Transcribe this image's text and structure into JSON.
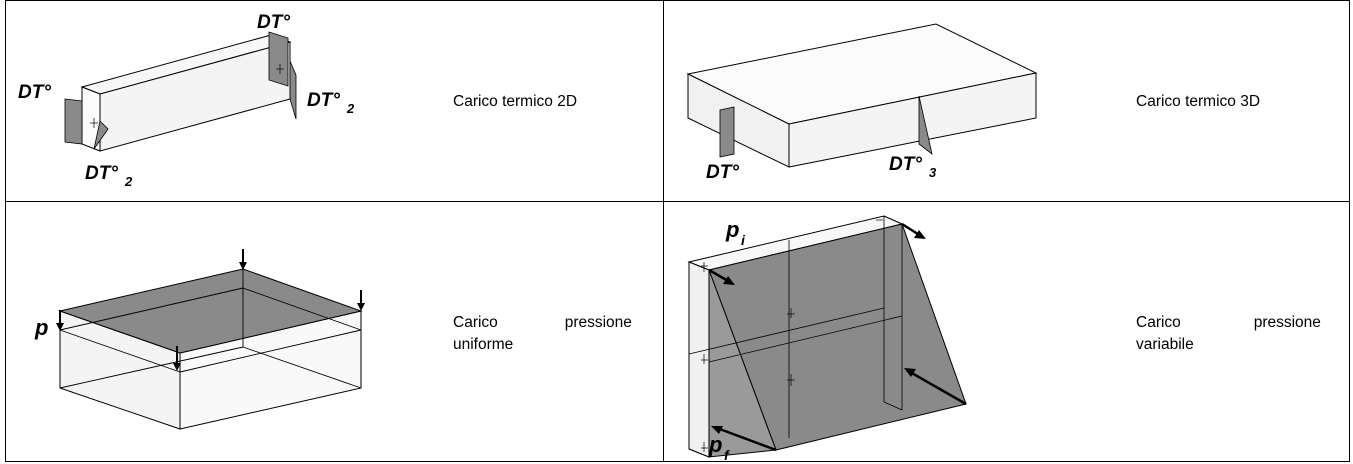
{
  "cells": [
    {
      "caption": "Carico termico 2D",
      "labels": {
        "dt_top": "DT°",
        "dt_left": "DT°",
        "dt2_right": "DT°",
        "dt2_right_sub": "2",
        "dt2_bottom": "DT°",
        "dt2_bottom_sub": "2"
      }
    },
    {
      "caption": "Carico termico 3D",
      "labels": {
        "dt": "DT°",
        "dt3": "DT°",
        "dt3_sub": "3"
      }
    },
    {
      "caption_line1": "Carico   pressione",
      "caption_line2": "uniforme",
      "labels": {
        "p": "p"
      }
    },
    {
      "caption_line1": "Carico   pressione",
      "caption_line2": "variabile",
      "labels": {
        "pi": "p",
        "pi_sub": "i",
        "pf": "p",
        "pf_sub": "f"
      }
    }
  ],
  "colors": {
    "face_dark": "#8a8a8a",
    "face_light": "#ebebeb",
    "line": "#000000"
  }
}
